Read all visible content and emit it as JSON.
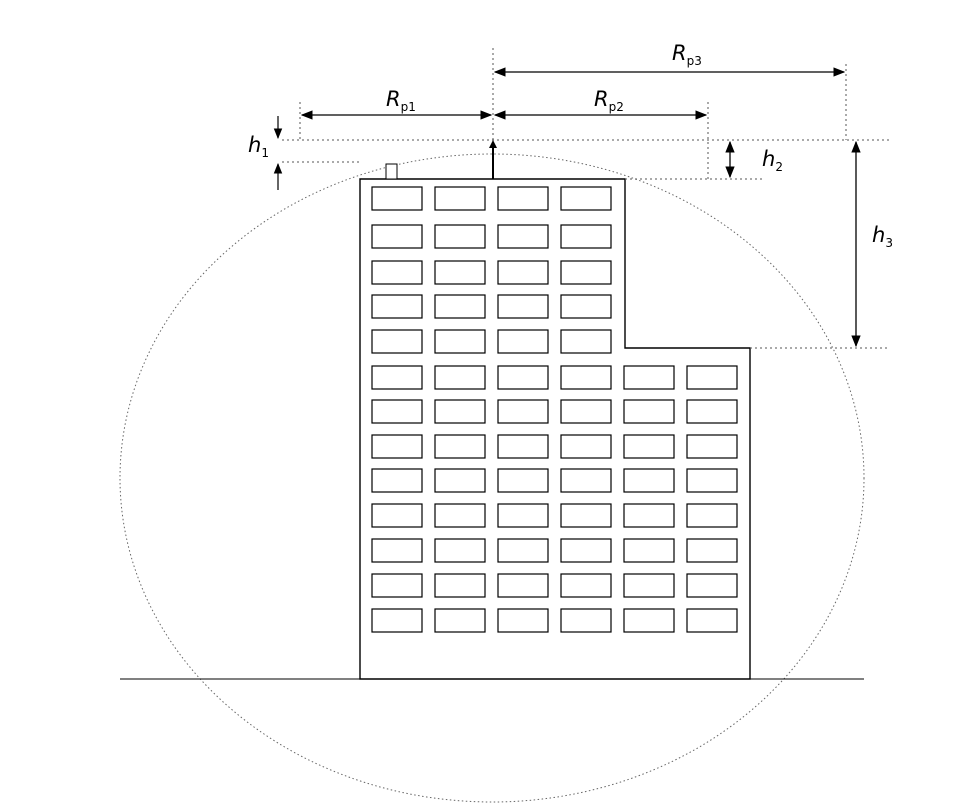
{
  "labels": {
    "rp1": {
      "main": "R",
      "sub": "p1"
    },
    "rp2": {
      "main": "R",
      "sub": "p2"
    },
    "rp3": {
      "main": "R",
      "sub": "p3"
    },
    "h1": {
      "main": "h",
      "sub": "1"
    },
    "h2": {
      "main": "h",
      "sub": "2"
    },
    "h3": {
      "main": "h",
      "sub": "3"
    }
  },
  "building": {
    "window_columns_upper": 4,
    "window_columns_lower": 6,
    "window_rows_upper": 5,
    "window_rows_lower": 8
  },
  "colors": {
    "line": "#000000",
    "dotted": "#555555",
    "background": "#ffffff"
  }
}
